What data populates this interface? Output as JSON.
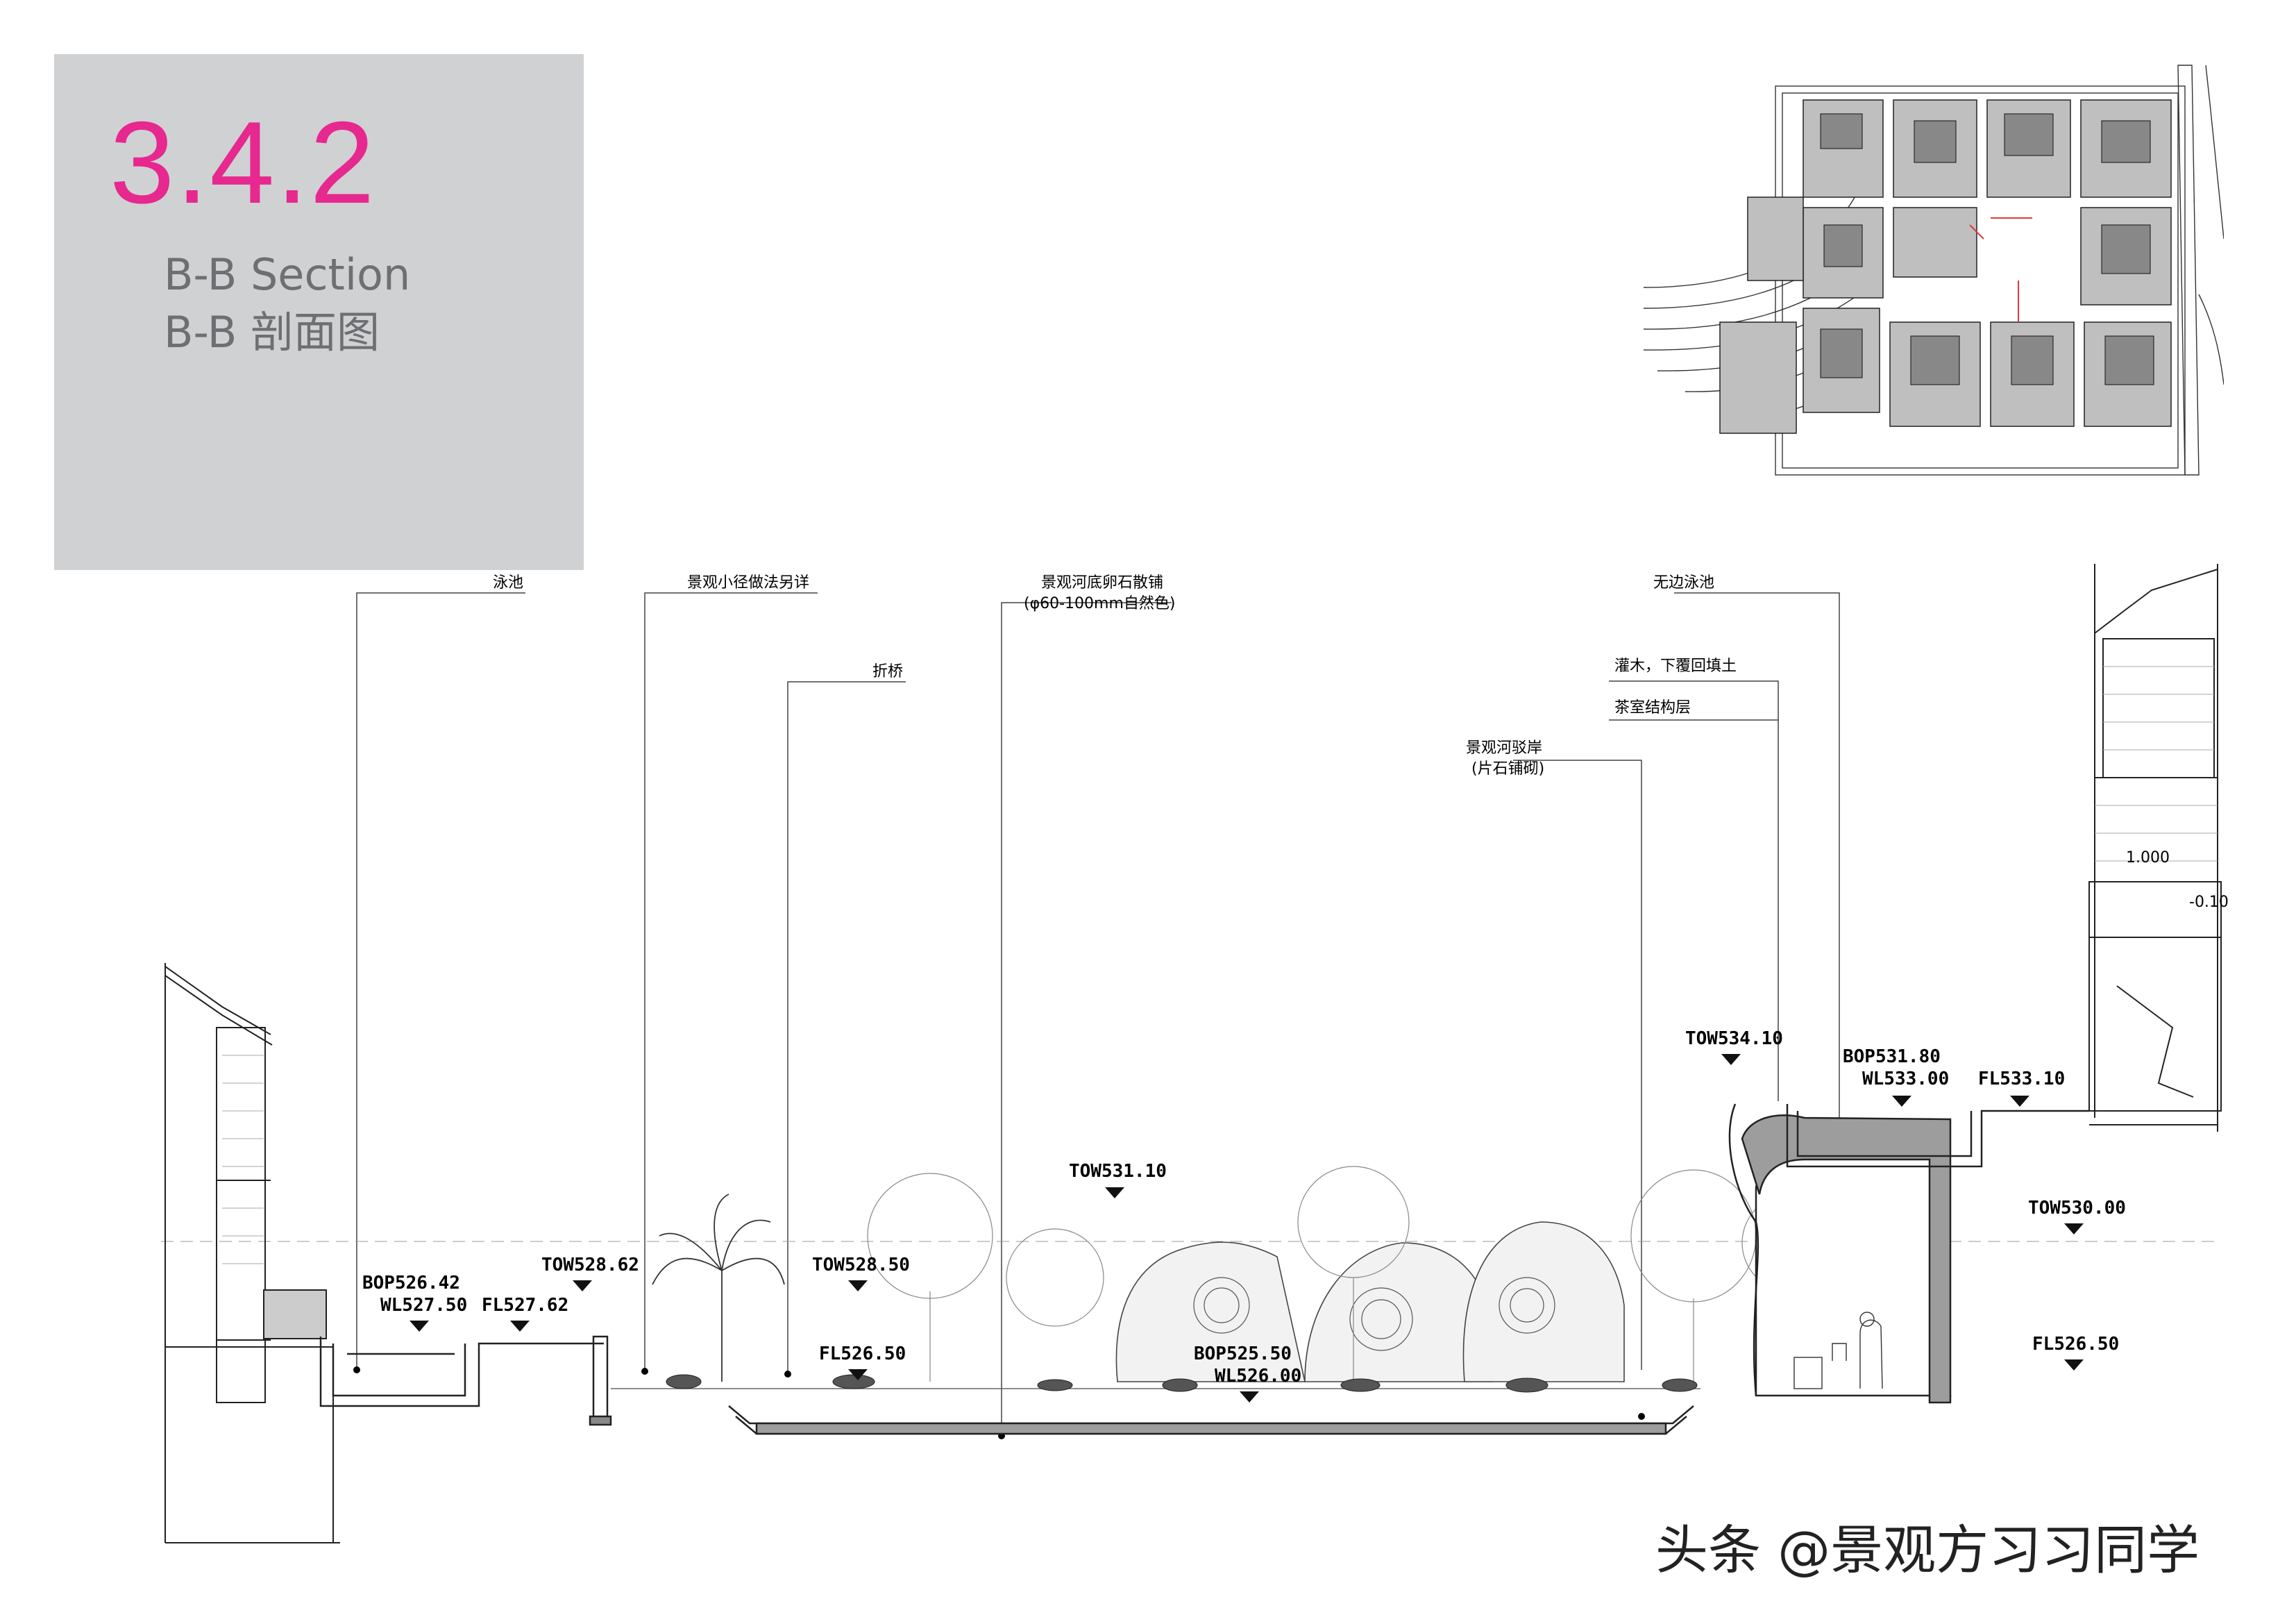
{
  "header": {
    "section_number": "3.4.2",
    "title_en": "B-B Section",
    "title_cn": "B-B 剖面图"
  },
  "colors": {
    "accent": "#e6288f",
    "panel": "#d0d1d3",
    "title_text": "#6e6f72"
  },
  "callouts": [
    {
      "id": "pool",
      "text": "泳池"
    },
    {
      "id": "path",
      "text": "景观小径做法另详"
    },
    {
      "id": "bridge",
      "text": "折桥"
    },
    {
      "id": "riverbed",
      "text": "景观河底卵石散铺"
    },
    {
      "id": "riverbed-note",
      "text": "(φ60-100mm自然色)"
    },
    {
      "id": "infinity-pool",
      "text": "无边泳池"
    },
    {
      "id": "shrub",
      "text": "灌木，下覆回填土"
    },
    {
      "id": "tearoom",
      "text": "茶室结构层"
    },
    {
      "id": "revetment",
      "text": "景观河驳岸"
    },
    {
      "id": "revetment-note",
      "text": "(片石铺砌)"
    }
  ],
  "elevations": [
    {
      "id": "bop52642",
      "text": "BOP526.42"
    },
    {
      "id": "wl52750",
      "text": "WL527.50"
    },
    {
      "id": "fl52762",
      "text": "FL527.62"
    },
    {
      "id": "tow52862",
      "text": "TOW528.62"
    },
    {
      "id": "tow52850",
      "text": "TOW528.50"
    },
    {
      "id": "fl52650a",
      "text": "FL526.50"
    },
    {
      "id": "tow53110",
      "text": "TOW531.10"
    },
    {
      "id": "bop52550",
      "text": "BOP525.50"
    },
    {
      "id": "wl52600",
      "text": "WL526.00"
    },
    {
      "id": "tow53410",
      "text": "TOW534.10"
    },
    {
      "id": "bop53180",
      "text": "BOP531.80"
    },
    {
      "id": "wl53300",
      "text": "WL533.00"
    },
    {
      "id": "fl53310",
      "text": "FL533.10"
    },
    {
      "id": "tow53000",
      "text": "TOW530.00"
    },
    {
      "id": "fl52650b",
      "text": "FL526.50"
    }
  ],
  "building_marks": {
    "level_a": "1.000",
    "level_b": "-0.10"
  },
  "watermark": "头条 @景观方习习同学"
}
